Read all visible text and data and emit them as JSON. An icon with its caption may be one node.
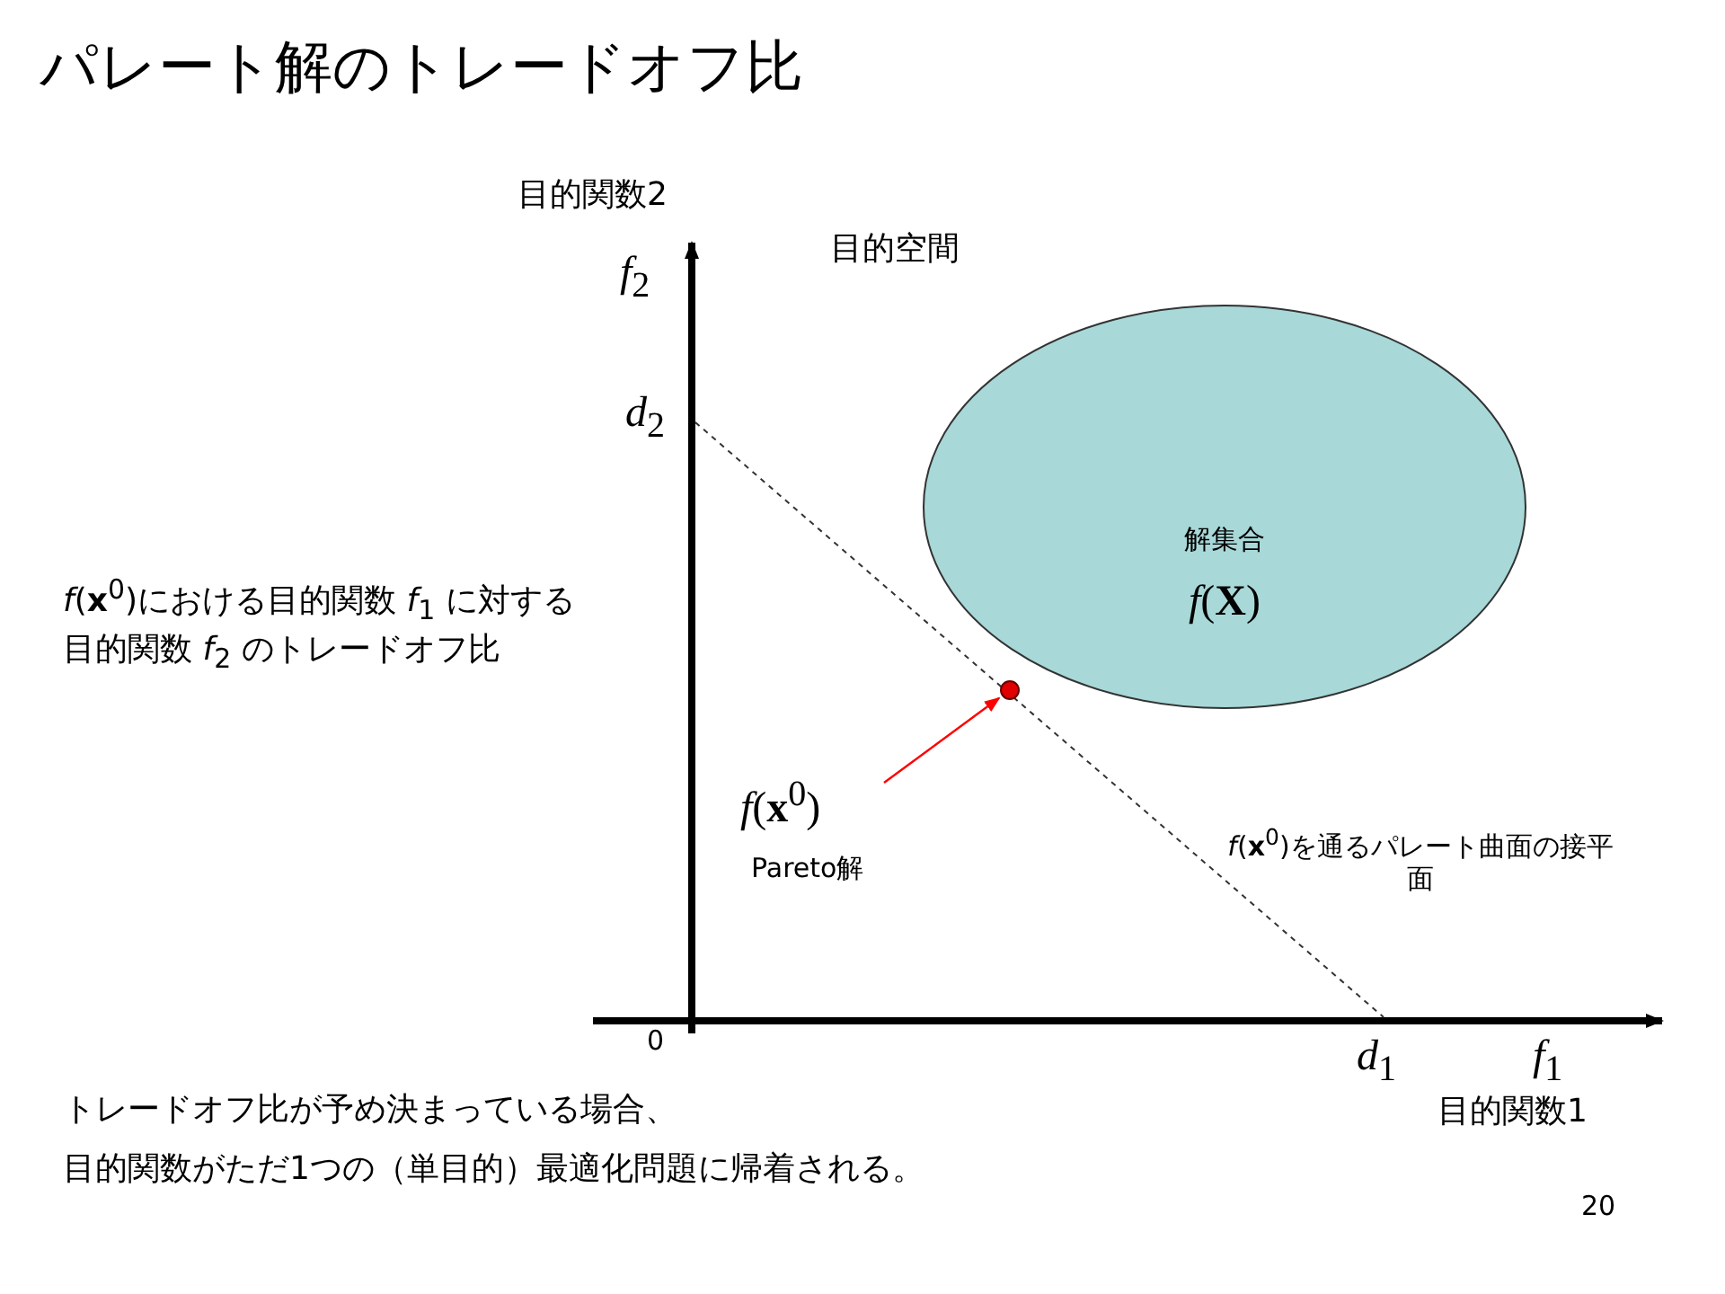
{
  "diagram": {
    "title": "パレート解のトレードオフ比",
    "nodes": [
      {
        "text": [
          "解集合",
          "*f*(**X**)"
        ]
      },
      {
        "text": [],
        "shape": "circle"
      },
      {
        "text": [
          "*f*(**x**$^{0}$)",
          "Pareto解"
        ]
      },
      {
        "text": [
          "*f*(**x**$^{0}$)における目的関数 *f*$_{1}$ に対する目的関数 *f*$_{2}$ のトレードオフ比"
        ]
      }
    ],
    "edges": [
      {
        "from": 2,
        "to": 1,
        "arrow": "to",
        "color": "#ff0000"
      }
    ],
    "labels": [
      "目的関数2",
      "目的空間",
      "*f*$_{2}$",
      "*d*$_{2}$",
      "*f*(**x**$^{0}$)を通るパレート曲面の接平面",
      "0",
      "*d*$_{1}$",
      "*f*$_{1}$",
      "目的関数1",
      "トレードオフ比が予め決まっている場合、",
      "目的関数がただ1つの（単目的）最適化問題に帰着される。",
      "20"
    ]
  }
}
